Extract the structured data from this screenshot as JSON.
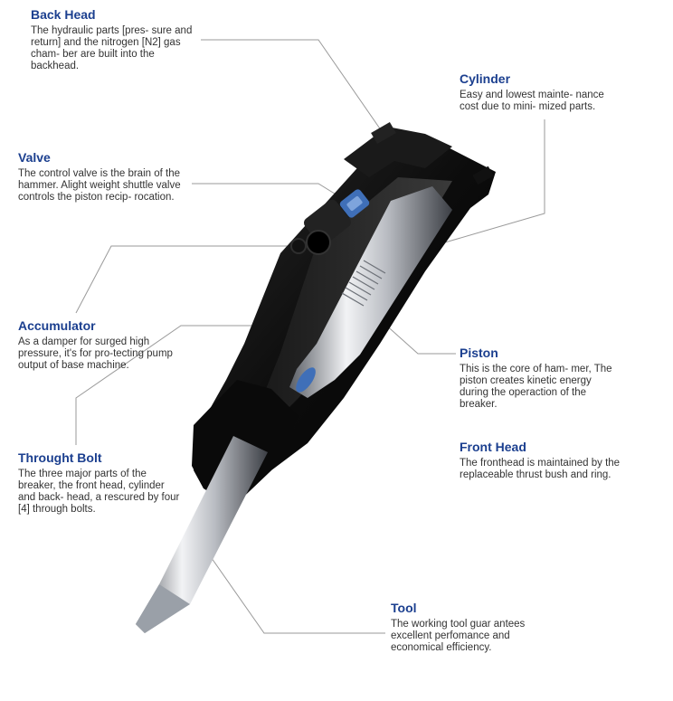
{
  "callouts": {
    "back_head": {
      "title": "Back Head",
      "text": "The hydraulic parts [pres- sure and return] and the nitrogen [N2] gas cham- ber are built into the backhead."
    },
    "cylinder": {
      "title": "Cylinder",
      "text": "Easy and lowest mainte- nance cost due to mini- mized parts."
    },
    "valve": {
      "title": "Valve",
      "text": "The control valve is the brain of the hammer. Alight weight shuttle valve controls the piston recip- rocation."
    },
    "accumulator": {
      "title": "Accumulator",
      "text": "As a damper for surged high pressure, it's for pro-tecting pump output of base machine."
    },
    "piston": {
      "title": "Piston",
      "text": "This is the core of ham- mer, The piston creates kinetic energy during the operaction of the breaker."
    },
    "throught_bolt": {
      "title": "Throught Bolt",
      "text": "The three major parts of the breaker, the front head, cylinder and back- head, a rescured by four [4] through bolts."
    },
    "front_head": {
      "title": "Front Head",
      "text": "The fronthead is maintained by the replaceable thrust bush and ring."
    },
    "tool": {
      "title": "Tool",
      "text": "The working tool guar antees excellent perfomance and economical efficiency."
    }
  },
  "colors": {
    "title": "#1b3f8f",
    "body_text": "#333333",
    "leader_line": "#9a9a9a",
    "housing": "#0b0b0b",
    "steel": "#c9ccd2",
    "accent_blue": "#3f6fb8"
  }
}
